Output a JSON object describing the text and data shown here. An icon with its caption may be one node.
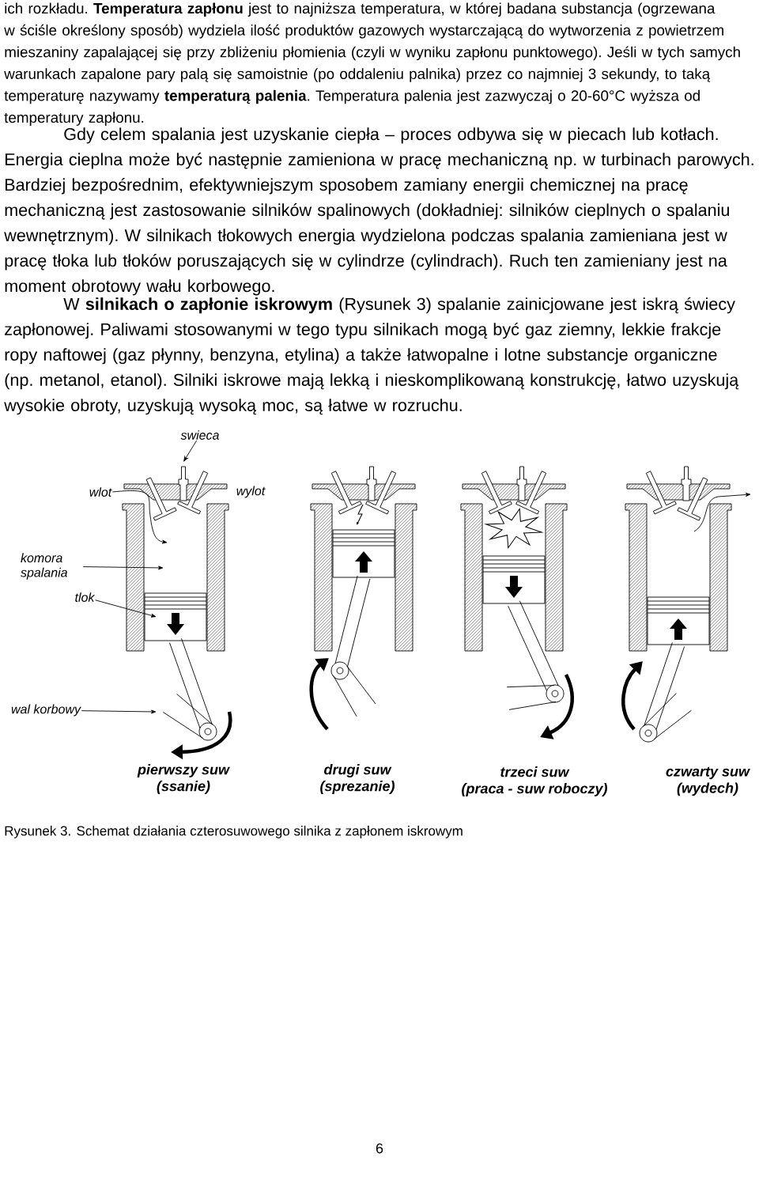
{
  "diagram": {
    "caption": "Rysunek 3. Schemat działania czterosuwowego silnika z zapłonem iskrowym",
    "nodes": [
      {
        "text": [
          "swieca"
        ]
      },
      {
        "text": [
          "wlot"
        ]
      },
      {
        "text": [
          "komora spalania"
        ]
      },
      {
        "text": [
          "tlok"
        ]
      },
      {
        "text": [
          "wal korbowy"
        ]
      }
    ],
    "edges": [
      {
        "from": 0,
        "to": null,
        "arrow": "to"
      },
      {
        "from": 1,
        "to": null,
        "arrow": "to"
      },
      {
        "from": 2,
        "to": null,
        "arrow": "to"
      },
      {
        "from": 3,
        "to": null,
        "arrow": "to"
      },
      {
        "from": 4,
        "to": null,
        "arrow": "to"
      }
    ],
    "labels": [
      "ich rozkładu. **Temperatura zapłonu** jest to najniższa temperatura, w której badana substancja (ogrzewana w ściśle określony sposób) wydziela ilość produktów gazowych wystarczającą do wytworzenia z powietrzem mieszaniny zapalającej się przy zbliżeniu płomienia (czyli w wyniku zapłonu punktowego). Jeśli w tych samych warunkach zapalone pary palą się samoistnie (po oddaleniu palnika) przez co najmniej 3 sekundy, to taką temperaturę nazywamy **temperaturą palenia**. Temperatura palenia jest zazwyczaj o 20-60°C wyższa od temperatury zapłonu.",
      "Gdy celem spalania jest uzyskanie ciepła – proces odbywa się w piecach lub kotłach. Energia cieplna może być następnie zamieniona w pracę mechaniczną np. w turbinach parowych. Bardziej bezpośrednim, efektywniejszym sposobem zamiany energii chemicznej na pracę mechaniczną jest zastosowanie silników spalinowych (dokładniej: silników cieplnych o spalaniu wewnętrznym). W silnikach tłokowych energia wydzielona podczas spalania zamieniana jest w pracę tłoka lub tłoków poruszających się w cylindrze (cylindrach). Ruch ten zamieniany jest na moment obrotowy wału korbowego.",
      "W **silnikach o zapłonie iskrowym** (Rysunek 3) spalanie zainicjowane jest iskrą świecy zapłonowej. Paliwami stosowanymi w tego typu silnikach mogą być gaz ziemny, lekkie frakcje ropy naftowej (gaz płynny, benzyna, etylina) a także łatwopalne i lotne substancje organiczne (np. metanol, etanol). Silniki iskrowe mają lekką i nieskomplikowaną konstrukcję, łatwo uzyskują wysokie obroty, uzyskują wysoką moc, są łatwe w rozruchu.",
      "wylot",
      "pierwszy suw (ssanie)",
      "drugi suw (sprezanie)",
      "trzeci suw (praca - suw roboczy)",
      "czwarty suw (wydech)",
      "6"
    ]
  }
}
